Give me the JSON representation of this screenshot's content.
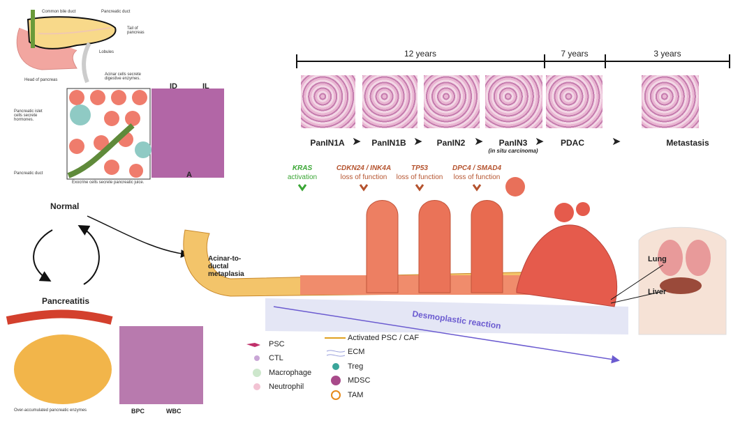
{
  "anatomy": {
    "common_bile_duct": "Common bile duct",
    "pancreatic_duct": "Pancreatic duct",
    "tail": "Tail of pancreas",
    "lobules": "Lobules",
    "head": "Head of pancreas",
    "acinar": "Acinar cells secrete digestive enzymes.",
    "islet": "Pancreatic islet cells secrete hormones.",
    "duct2": "Pancreatic duct",
    "exocrine": "Exocrine cells secrete pancreatic juice.",
    "histo_labels": [
      "ID",
      "IL",
      "A"
    ]
  },
  "timeline": {
    "periods": [
      "12 years",
      "7 years",
      "3 years"
    ]
  },
  "stages": [
    {
      "label": "PanIN1A"
    },
    {
      "label": "PanIN1B"
    },
    {
      "label": "PanIN2"
    },
    {
      "label": "PanIN3",
      "sub": "(in situ carcinoma)"
    },
    {
      "label": "PDAC"
    },
    {
      "label": "Metastasis"
    }
  ],
  "mutations": [
    {
      "gene": "KRAS",
      "effect": "activation",
      "color": "#3aa635"
    },
    {
      "gene": "CDKN24 / INK4A",
      "effect": "loss of function",
      "color": "#b5532e"
    },
    {
      "gene": "TP53",
      "effect": "loss of function",
      "color": "#b5532e"
    },
    {
      "gene": "DPC4 / SMAD4",
      "effect": "loss of function",
      "color": "#b5532e"
    }
  ],
  "states": {
    "normal": "Normal",
    "pancreatitis": "Pancreatitis",
    "adm": "Acinar-to-ductal metaplasia",
    "desmoplastic": "Desmoplastic reaction",
    "lung": "Lung",
    "liver": "Liver"
  },
  "pancreatitis_panel": {
    "enzymes": "Over-accumulated pancreatic enzymes",
    "bpc": "BPC",
    "wbc": "WBC"
  },
  "legend": {
    "left": [
      "PSC",
      "CTL",
      "Macrophage",
      "Neutrophil"
    ],
    "right": [
      "Activated PSC / CAF",
      "ECM",
      "Treg",
      "MDSC",
      "TAM"
    ]
  }
}
